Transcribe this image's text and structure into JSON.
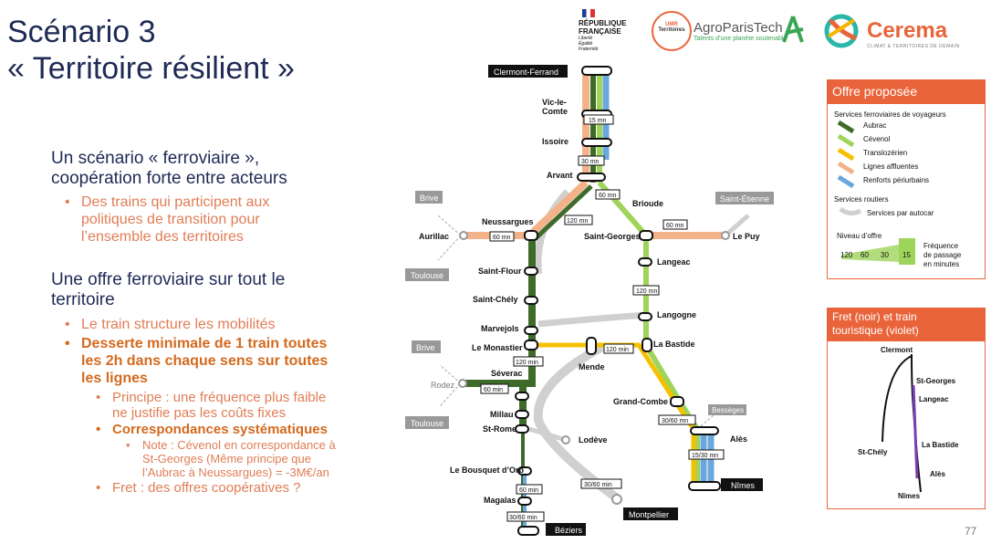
{
  "title": {
    "line1": "Scénario 3",
    "line2": "« Territoire résilient »"
  },
  "bullets": {
    "b1": "Un scénario « ferroviaire », coopération forte entre acteurs",
    "b1a": "Des trains qui participent aux politiques de transition pour l’ensemble des territoires",
    "b2": "Une offre ferroviaire sur tout le territoire",
    "b2a": "Le train structure les mobilités",
    "b2b": "Desserte minimale de 1 train toutes les 2h dans chaque sens sur toutes les lignes",
    "b2b1": "Principe : une fréquence plus faible ne justifie pas les coûts fixes",
    "b2b2": "Correspondances systématiques",
    "b2b2a": "Note : Cévenol en correspondance à St-Georges (Même principe que l’Aubrac à Neussargues) = -3M€/an",
    "b2c": "Fret : des offres coopératives ?"
  },
  "logos": {
    "rf": [
      "RÉPUBLIQUE",
      "FRANÇAISE"
    ],
    "rf_motto": [
      "Liberté",
      "Égalité",
      "Fraternité"
    ],
    "umr": [
      "UMR",
      "Territoires"
    ],
    "agro": "AgroParisTech",
    "agro_sub": "Talents d’une planète soutenable",
    "cerema": "Cerema",
    "cerema_sub": "CLIMAT & TERRITOIRES DE DEMAIN"
  },
  "map": {
    "stations": {
      "clermont": "Clermont-Ferrand",
      "vic": [
        "Vic-le-",
        "Comte"
      ],
      "issoire": "Issoire",
      "arvant": "Arvant",
      "brioude": "Brioude",
      "neussargues": "Neussargues",
      "aurillac": "Aurillac",
      "saintgeorges": "Saint-Georges",
      "lepuy": "Le Puy",
      "langeac": "Langeac",
      "saintflour": "Saint-Flour",
      "saintchely": "Saint-Chély",
      "langogne": "Langogne",
      "marvejols": "Marvejols",
      "lemonastier": "Le Monastier",
      "labastide": "La Bastide",
      "mende": "Mende",
      "severac": "Séverac",
      "grandcombe": "Grand-Combe",
      "millau": "Millau",
      "strome": "St-Rome",
      "lodeve": "Lodève",
      "ales": "Alès",
      "bousquet": "Le Bousquet d’Orb",
      "magalas": "Magalas",
      "nimes": "Nîmes",
      "montpellier": "Montpellier",
      "beziers": "Béziers"
    },
    "external": {
      "brive1": "Brive",
      "toulouse1": "Toulouse",
      "stetienne": "Saint-Étienne",
      "brive2": "Brive",
      "rodez": "Rodez",
      "toulouse2": "Toulouse",
      "besseges": "Bessèges"
    },
    "freq": {
      "f15": "15 mn",
      "f30": "30 mn",
      "f60a": "60 mn",
      "f120a": "120 mn",
      "f60b": "60 mn",
      "f60c": "60 mn",
      "f120b": "120 mn",
      "f120c": "120 min",
      "f120d": "120 min",
      "f60d": "60 min",
      "f3060a": "30/60 mn",
      "f1530": "15/30 mn",
      "f3060b": "30/60 min",
      "f60e": "60 min",
      "f3060c": "30/60 min"
    }
  },
  "legend1": {
    "header": "Offre proposée",
    "rail_title": "Services ferroviaires de voyageurs",
    "services": [
      {
        "label": "Aubrac",
        "color": "#3f6b2a"
      },
      {
        "label": "Cévenol",
        "color": "#9fd45b"
      },
      {
        "label": "Translozérien",
        "color": "#f5c000"
      },
      {
        "label": "Lignes affluentes",
        "color": "#f3b28a"
      },
      {
        "label": "Renforts périurbains",
        "color": "#6aa7dc"
      }
    ],
    "road_title": "Services routiers",
    "road_label": "Services par autocar",
    "level_title": "Niveau d’offre",
    "levels": [
      "120",
      "60",
      "30",
      "15"
    ],
    "freq_note": [
      "Fréquence",
      "de passage",
      "en minutes"
    ]
  },
  "legend2": {
    "header": [
      "Fret (noir) et train",
      "touristique (violet)"
    ],
    "stations": {
      "clermont": "Clermont",
      "stgeorges": "St-Georges",
      "langeac": "Langeac",
      "stchely": "St-Chély",
      "labastide": "La Bastide",
      "ales": "Alès",
      "nimes": "Nîmes"
    }
  },
  "page_number": "77"
}
